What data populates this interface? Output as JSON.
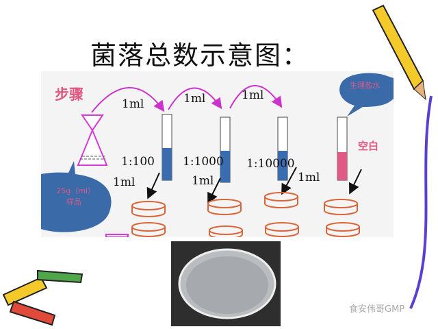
{
  "title": "菌落总数示意图：",
  "diagram": {
    "steps_label": "步骤",
    "transfer_labels": [
      "1ml",
      "1ml",
      "1ml"
    ],
    "plating_labels": [
      "1ml",
      "1ml",
      "1ml"
    ],
    "dilutions": [
      "1:100",
      "1:1000",
      "1:10000"
    ],
    "sample_bubble": "25g（ml）样品",
    "saline_bubble": "生理盐水",
    "blank_label": "空白",
    "colors": {
      "tube_blue": "#3a6db0",
      "tube_pink": "#e05a85",
      "arrow": "#cc33cc",
      "dish": "#d9653a",
      "bubble": "#3a6aa8"
    }
  },
  "watermark": "食安伟哥GMP"
}
